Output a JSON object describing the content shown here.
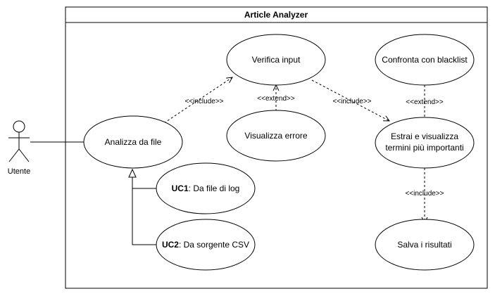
{
  "system": {
    "title": "Article Analyzer"
  },
  "actor": {
    "name": "Utente"
  },
  "use_cases": {
    "verifica_input": "Verifica input",
    "confronta_blacklist": "Confronta con blacklist",
    "visualizza_errore": "Visualizza errore",
    "analizza_file": "Analizza da file",
    "estrai_line1": "Estrai e visualizza",
    "estrai_line2": "termini più importanti",
    "uc1_code": "UC1",
    "uc1_text": ": Da file di log",
    "uc2_code": "UC2",
    "uc2_text": ": Da sorgente CSV",
    "salva": "Salva i risultati"
  },
  "relations": {
    "include_analizza_verifica": "<<include>>",
    "extend_errore_verifica": "<<extend>>",
    "include_verifica_estrai": "<<include>>",
    "extend_blacklist_estrai": "<<extend>>",
    "include_estrai_salva": "<<include>>"
  }
}
